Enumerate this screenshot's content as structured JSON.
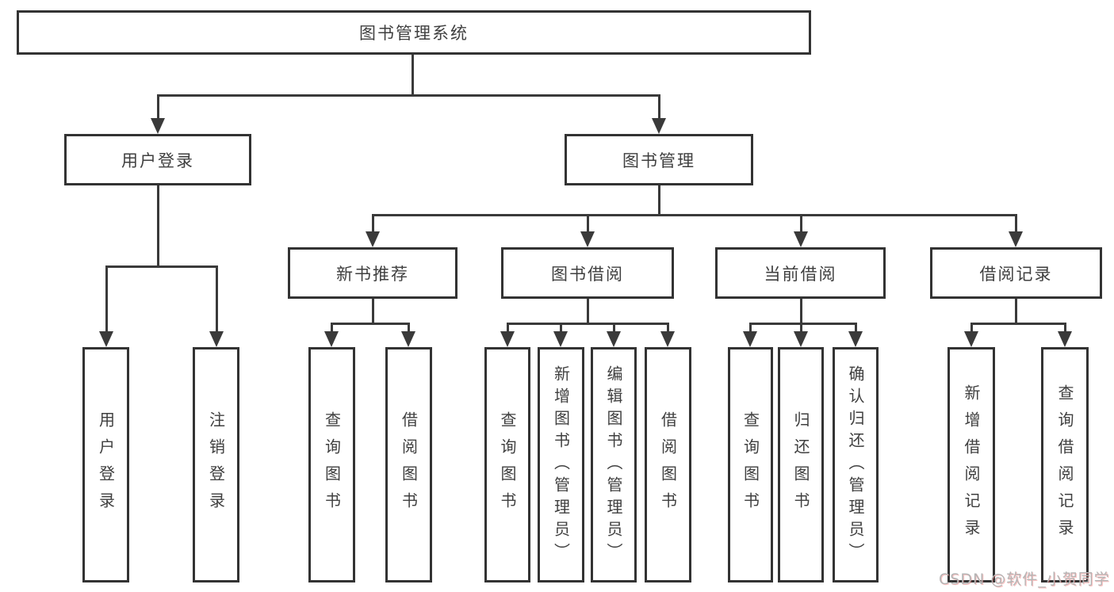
{
  "title": "图书管理系统",
  "tree": {
    "root": "图书管理系统",
    "branches": [
      {
        "label": "用户登录",
        "children": [
          {
            "label": "用户登录"
          },
          {
            "label": "注销登录"
          }
        ]
      },
      {
        "label": "图书管理",
        "groups": [
          {
            "label": "新书推荐",
            "children": [
              {
                "label": "查询图书"
              },
              {
                "label": "借阅图书"
              }
            ]
          },
          {
            "label": "图书借阅",
            "children": [
              {
                "label": "查询图书"
              },
              {
                "label": "新增图书（管理员）"
              },
              {
                "label": "编辑图书（管理员）"
              },
              {
                "label": "借阅图书"
              }
            ]
          },
          {
            "label": "当前借阅",
            "children": [
              {
                "label": "查询图书"
              },
              {
                "label": "归还图书"
              },
              {
                "label": "确认归还（管理员）"
              }
            ]
          },
          {
            "label": "借阅记录",
            "children": [
              {
                "label": "新增借阅记录"
              },
              {
                "label": "查询借阅记录"
              }
            ]
          }
        ]
      }
    ]
  },
  "watermark": {
    "text": "CSDN @软件_小贺同学"
  },
  "colors": {
    "line": "#3a3a3a",
    "box_border": "#333333",
    "text": "#3f3f3f",
    "background": "#ffffff",
    "watermark": "#b5b5b5"
  }
}
